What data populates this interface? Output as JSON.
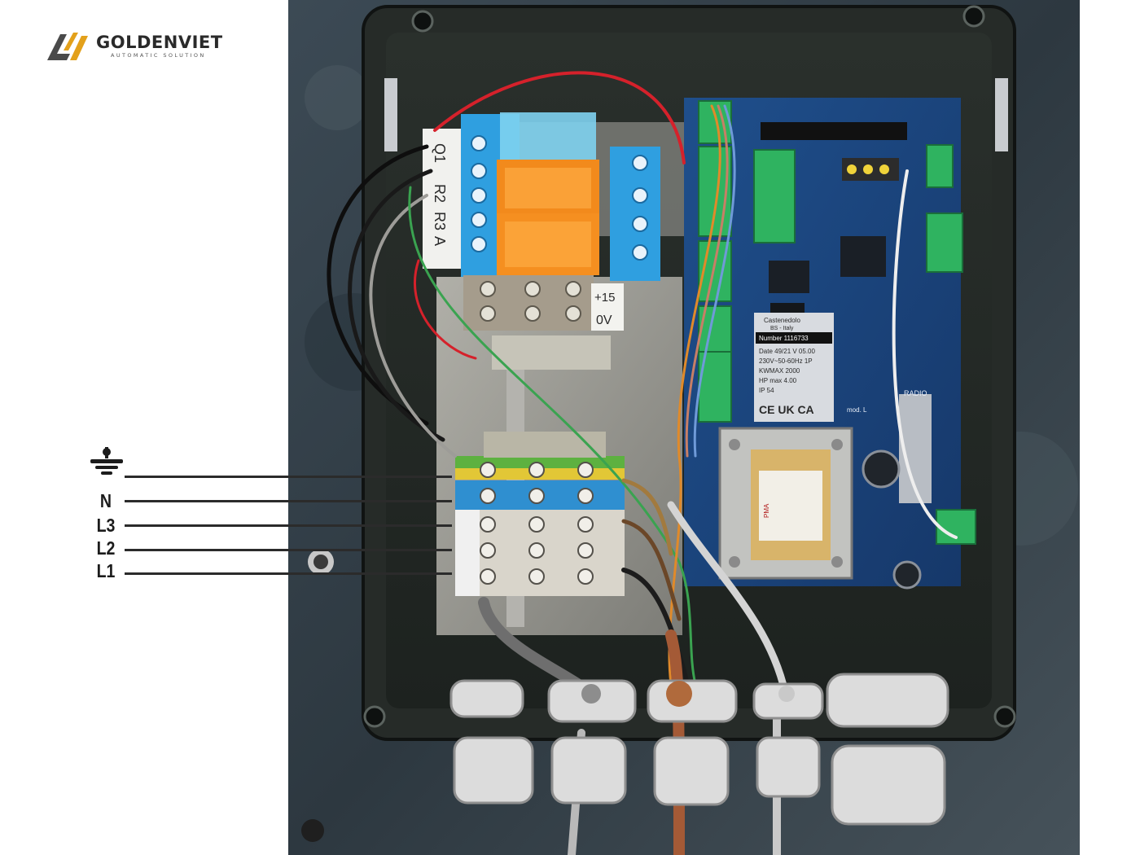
{
  "logo": {
    "name": "GOLDENVIET",
    "tagline": "AUTOMATIC SOLUTION",
    "colors": {
      "gold": "#e3a11b",
      "gray": "#4a4a4a"
    }
  },
  "terminals": [
    {
      "id": "ground",
      "label": "",
      "icon": "ground-icon"
    },
    {
      "id": "n",
      "label": "N"
    },
    {
      "id": "l3",
      "label": "L3"
    },
    {
      "id": "l2",
      "label": "L2"
    },
    {
      "id": "l1",
      "label": "L1"
    }
  ],
  "photo_labels": {
    "relay_tags": [
      "Q1",
      "R2",
      "R3",
      "A"
    ],
    "psu_tag_1": "+15",
    "psu_tag_2": "0V",
    "rating_plate": [
      "Castenedolo",
      "BS - Italy",
      "Number 1116733",
      "Date 49/21   V 05.00",
      "230V~50-60Hz 1P",
      "KWMAX 2000",
      "HP max  4.00",
      "IP 54"
    ],
    "ce_marks": "CE UK CA",
    "board_radio": "RADIO",
    "board_model": "mod. L",
    "transformer_brand": "PMA"
  }
}
